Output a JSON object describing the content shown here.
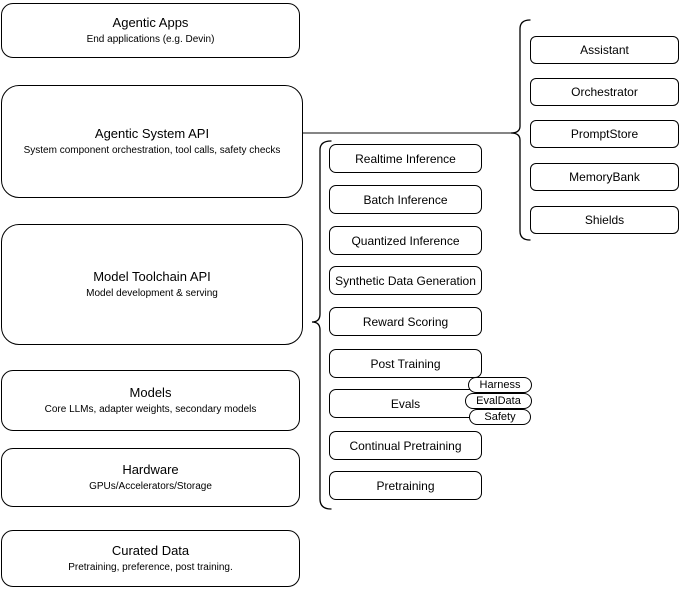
{
  "diagram": {
    "stack_layers": [
      {
        "title": "Agentic Apps",
        "subtitle": "End applications (e.g. Devin)"
      },
      {
        "title": "Agentic System API",
        "subtitle": "System component orchestration, tool calls, safety checks"
      },
      {
        "title": "Model Toolchain API",
        "subtitle": "Model development & serving"
      },
      {
        "title": "Models",
        "subtitle": "Core LLMs, adapter weights, secondary models"
      },
      {
        "title": "Hardware",
        "subtitle": "GPUs/Accelerators/Storage"
      },
      {
        "title": "Curated Data",
        "subtitle": "Pretraining, preference, post training."
      }
    ],
    "toolchain_capabilities": [
      "Realtime Inference",
      "Batch Inference",
      "Quantized Inference",
      "Synthetic Data Generation",
      "Reward Scoring",
      "Post Training",
      "Evals",
      "Continual Pretraining",
      "Pretraining"
    ],
    "system_components": [
      "Assistant",
      "Orchestrator",
      "PromptStore",
      "MemoryBank",
      "Shields"
    ],
    "eval_tags": [
      "Harness",
      "EvalData",
      "Safety"
    ],
    "colors": {
      "box_border": "#000000",
      "box_fill": "#ffffff",
      "connector": "#858585",
      "background": "#ffffff"
    }
  }
}
